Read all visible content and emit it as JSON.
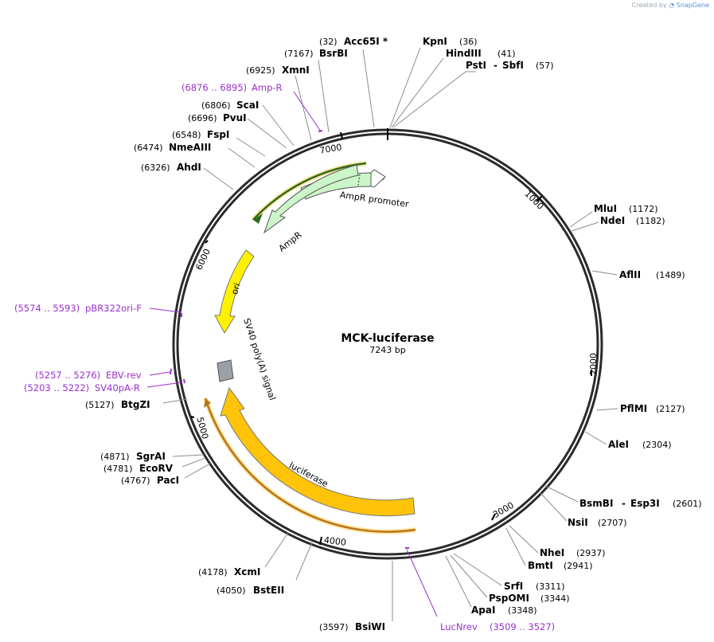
{
  "credit": {
    "prefix": "Created by",
    "brand": "SnapGene"
  },
  "plasmid": {
    "name": "MCK-luciferase",
    "length_label": "7243 bp"
  },
  "ticks": [
    "1000",
    "2000",
    "3000",
    "4000",
    "5000",
    "6000",
    "7000"
  ],
  "features": {
    "ampr_promoter": "AmpR promoter",
    "ampr": "AmpR",
    "ori": "ori",
    "sv40": "SV40 poly(A) signal",
    "luciferase": "luciferase"
  },
  "sites": {
    "acc65i": {
      "name": "Acc65I *",
      "pos": "(32)"
    },
    "kpni": {
      "name": "KpnI",
      "pos": "(36)"
    },
    "hindiii": {
      "name": "HindIII",
      "pos": "(41)"
    },
    "psti": {
      "name": "PstI",
      "pos": "(57)"
    },
    "sbfi": {
      "name": "SbfI",
      "sep": "-"
    },
    "bsrbi": {
      "name": "BsrBI",
      "pos": "(7167)"
    },
    "xmni": {
      "name": "XmnI",
      "pos": "(6925)"
    },
    "scai": {
      "name": "ScaI",
      "pos": "(6806)"
    },
    "pvui": {
      "name": "PvuI",
      "pos": "(6696)"
    },
    "fspi": {
      "name": "FspI",
      "pos": "(6548)"
    },
    "nmeaiii": {
      "name": "NmeAIII",
      "pos": "(6474)"
    },
    "ahdi": {
      "name": "AhdI",
      "pos": "(6326)"
    },
    "mlui": {
      "name": "MluI",
      "pos": "(1172)"
    },
    "ndei": {
      "name": "NdeI",
      "pos": "(1182)"
    },
    "aflii": {
      "name": "AflII",
      "pos": "(1489)"
    },
    "pflmi": {
      "name": "PflMI",
      "pos": "(2127)"
    },
    "alei": {
      "name": "AleI",
      "pos": "(2304)"
    },
    "bsmbi": {
      "name": "BsmBI",
      "pos": "(2601)"
    },
    "esp3i": {
      "name": "Esp3I",
      "sep": "-"
    },
    "nsii": {
      "name": "NsiI",
      "pos": "(2707)"
    },
    "ndei2": {
      "name": "NheI",
      "pos": "(2937)"
    },
    "bmti": {
      "name": "BmtI",
      "pos": "(2941)"
    },
    "srfi": {
      "name": "SrfI",
      "pos": "(3311)"
    },
    "pspomi": {
      "name": "PspOMI",
      "pos": "(3344)"
    },
    "apai": {
      "name": "ApaI",
      "pos": "(3348)"
    },
    "bsiwi": {
      "name": "BsiWI",
      "pos": "(3597)"
    },
    "bsteii": {
      "name": "BstEII",
      "pos": "(4050)"
    },
    "xcmi": {
      "name": "XcmI",
      "pos": "(4178)"
    },
    "paci": {
      "name": "PacI",
      "pos": "(4767)"
    },
    "ecorv": {
      "name": "EcoRV",
      "pos": "(4781)"
    },
    "sgrai": {
      "name": "SgrAI",
      "pos": "(4871)"
    },
    "btgzi": {
      "name": "BtgZI",
      "pos": "(5127)"
    }
  },
  "primers": {
    "ampr": {
      "range": "(6876 .. 6895)",
      "name": "Amp-R"
    },
    "pbr": {
      "range": "(5574 .. 5593)",
      "name": "pBR322ori-F"
    },
    "ebv": {
      "range": "(5257 .. 5276)",
      "name": "EBV-rev"
    },
    "sv40pa": {
      "range": "(5203 .. 5222)",
      "name": "SV40pA-R"
    },
    "lucnrev": {
      "name": "LucNrev",
      "range": "(3509 .. 3527)"
    }
  },
  "colors": {
    "backbone": "#2b2b2b",
    "ampr_fill": "#ccf5c9",
    "ori_fill": "#fff200",
    "luciferase_fill": "#ffc40a",
    "sv40_fill": "#9aa0a6",
    "primer": "#9b2fcf",
    "leader": "#8c8c8c",
    "orf_green": "#2f6b1f",
    "orf_orange": "#b8741a"
  }
}
